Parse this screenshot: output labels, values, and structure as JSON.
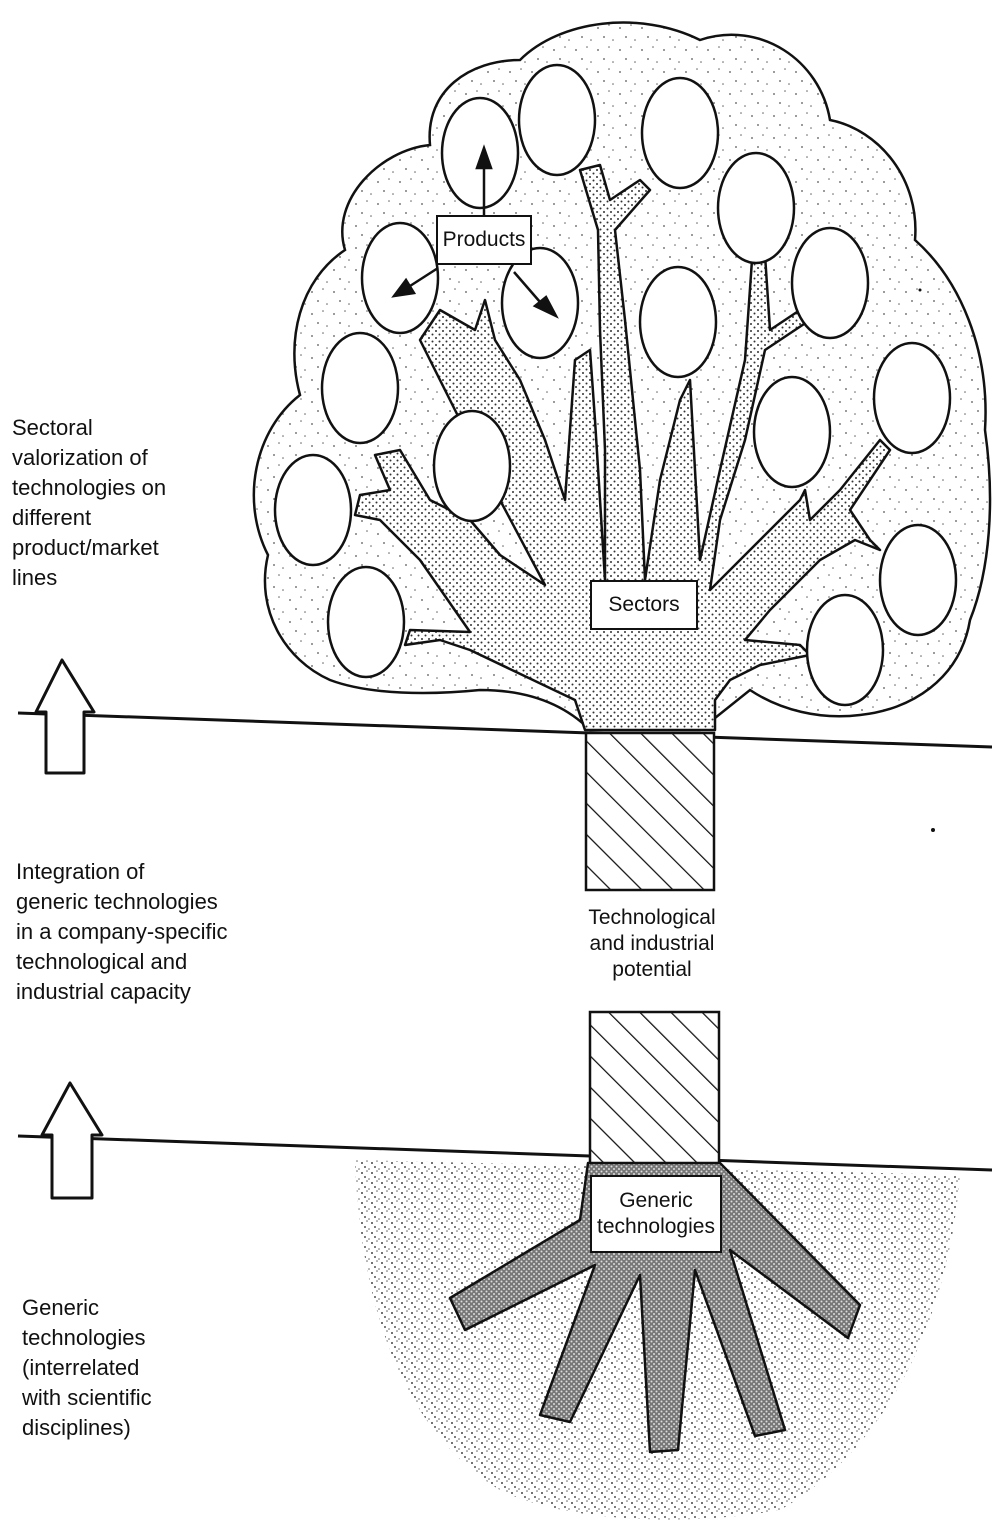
{
  "labels": {
    "sectoral": "Sectoral\nvalorization of\ntechnologies on\ndifferent\nproduct/market\nlines",
    "integration": "Integration of\ngeneric technologies\nin a company-specific\ntechnological and\nindustrial capacity",
    "generic_side": "Generic\ntechnologies\n(interrelated\nwith scientific\ndisciplines)",
    "products": "Products",
    "sectors": "Sectors",
    "potential": "Technological\nand industrial\npotential",
    "generic_box": "Generic\ntechnologies"
  },
  "colors": {
    "ink": "#111111",
    "paper": "#ffffff"
  }
}
